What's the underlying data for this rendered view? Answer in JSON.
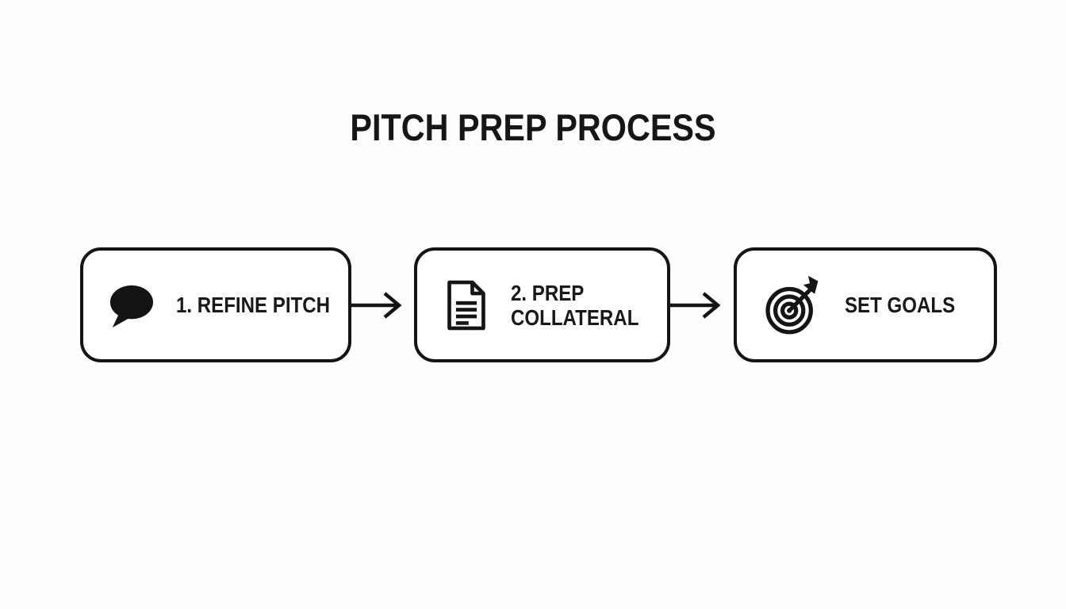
{
  "title": "PITCH PREP PROCESS",
  "steps": [
    {
      "id": "refine-pitch",
      "icon": "speech-bubble-icon",
      "lines": [
        "1. REFINE PITCH"
      ]
    },
    {
      "id": "prep-collateral",
      "icon": "document-icon",
      "lines": [
        "2. PREP",
        "COLLATERAL"
      ]
    },
    {
      "id": "set-goals",
      "icon": "target-icon",
      "lines": [
        "SET GOALS"
      ]
    }
  ],
  "connectors": [
    {
      "from": "refine-pitch",
      "to": "prep-collateral",
      "type": "arrow-right"
    },
    {
      "from": "prep-collateral",
      "to": "set-goals",
      "type": "arrow-right"
    }
  ],
  "colors": {
    "background": "#fcfdfd",
    "ink": "#141414",
    "box_fill": "#ffffff"
  }
}
